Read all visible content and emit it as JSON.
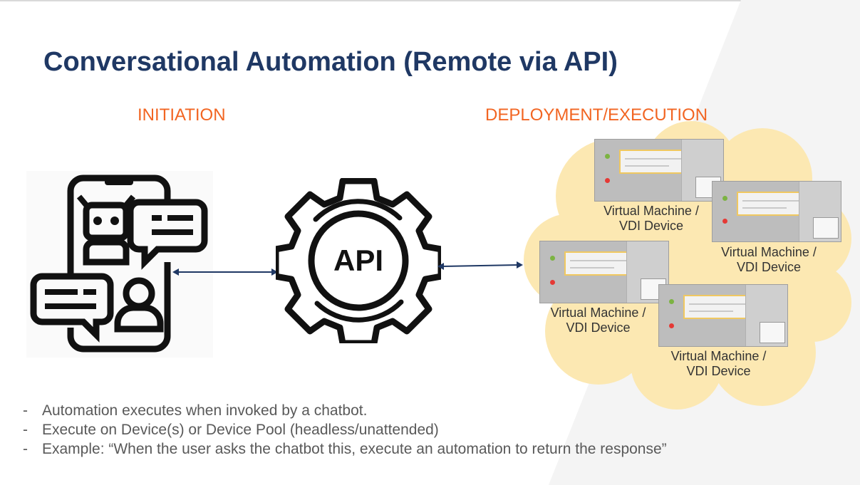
{
  "title": "Conversational Automation (Remote via API)",
  "sections": {
    "initiation": "INITIATION",
    "deployment": "DEPLOYMENT/EXECUTION"
  },
  "api_label": "API",
  "vm_labels": [
    {
      "line1": "Virtual Machine /",
      "line2": "VDI Device"
    },
    {
      "line1": "Virtual Machine /",
      "line2": "VDI Device"
    },
    {
      "line1": "Virtual Machine /",
      "line2": "VDI Device"
    },
    {
      "line1": "Virtual Machine /",
      "line2": "VDI Device"
    }
  ],
  "bullets": [
    "Automation executes when invoked by a chatbot.",
    "Execute on Device(s) or Device Pool (headless/unattended)",
    "Example:  “When the user asks the chatbot this, execute an automation to return the response”"
  ],
  "bullet_marker": "-",
  "colors": {
    "title": "#1f3864",
    "section": "#f26522",
    "cloud": "#fce8b2",
    "arrow": "#1f3864"
  },
  "icons": [
    "chatbot-phone-icon",
    "api-gear-icon",
    "cloud-shape"
  ]
}
